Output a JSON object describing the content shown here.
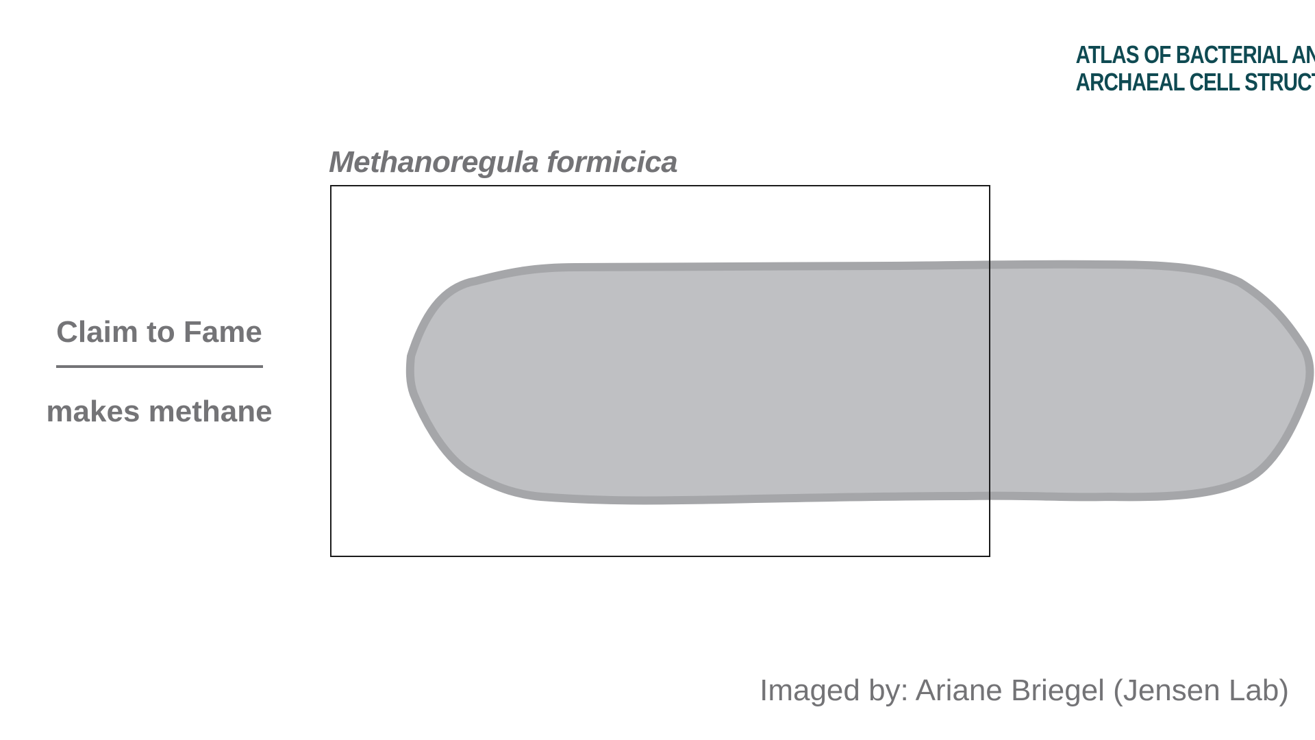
{
  "logo": {
    "line1": "ATLAS OF BACTERIAL AND",
    "line2": "ARCHAEAL CELL STRUCTURE",
    "color": "#0f4a52"
  },
  "species": {
    "name": "Methanoregula formicica"
  },
  "claim": {
    "heading": "Claim to Fame",
    "text": "makes methane"
  },
  "credit": {
    "text": "Imaged by: Ariane Briegel (Jensen Lab)"
  },
  "colors": {
    "cell_fill": "#bfc0c3",
    "cell_outline": "#a5a6a9",
    "text_gray": "#747477",
    "frame": "#1a1a1a"
  }
}
